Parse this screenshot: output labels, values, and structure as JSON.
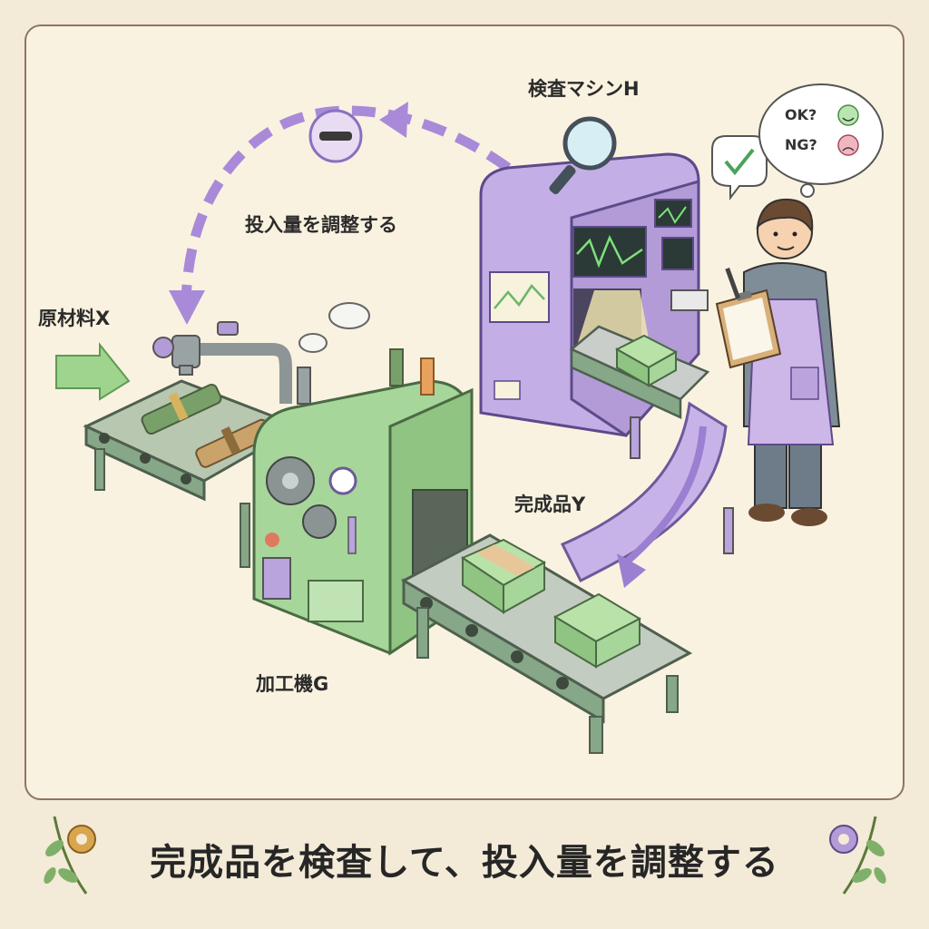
{
  "labels": {
    "raw_material": "原材料X",
    "processing_machine": "加工機G",
    "finished_product": "完成品Y",
    "inspection_machine": "検査マシンH",
    "adjust_input": "投入量を調整する"
  },
  "thought_bubble": {
    "ok": "OK?",
    "ng": "NG?"
  },
  "caption": "完成品を検査して、投入量を調整する",
  "colors": {
    "green_machine": "#a6d69a",
    "purple_machine": "#b9a4de",
    "arrow_purple": "#a98ad8",
    "arrow_green": "#9fd48e",
    "background": "#faf2e0"
  }
}
